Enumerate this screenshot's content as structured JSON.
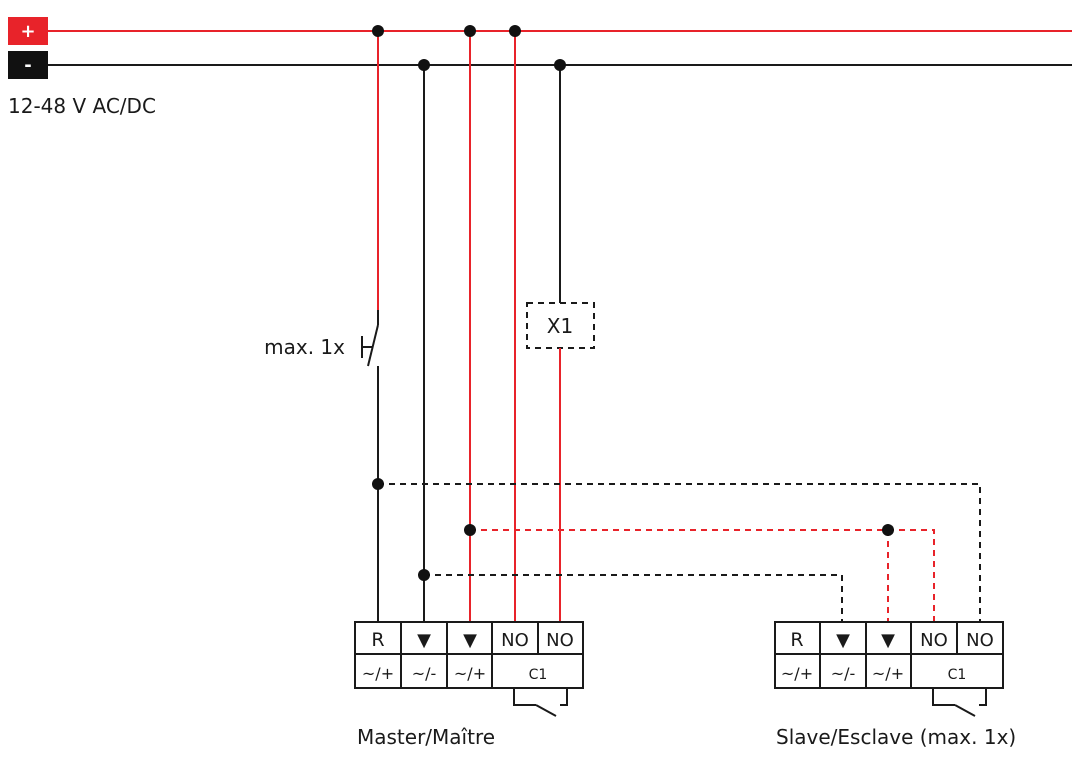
{
  "supply": {
    "plus_label": "+",
    "minus_label": "-",
    "voltage_label": "12-48 V AC/DC",
    "plus_color": "#e8232a",
    "minus_color": "#111111"
  },
  "push_button": {
    "label": "max. 1x"
  },
  "load": {
    "label": "X1"
  },
  "master": {
    "caption": "Master/Maître",
    "top_terminals": [
      "R",
      "▼",
      "▼",
      "NO",
      "NO"
    ],
    "bottom_terminals": [
      "~/+",
      "~/-",
      "~/+"
    ],
    "contact_label": "C1"
  },
  "slave": {
    "caption": "Slave/Esclave (max. 1x)",
    "top_terminals": [
      "R",
      "▼",
      "▼",
      "NO",
      "NO"
    ],
    "bottom_terminals": [
      "~/+",
      "~/-",
      "~/+"
    ],
    "contact_label": "C1"
  }
}
